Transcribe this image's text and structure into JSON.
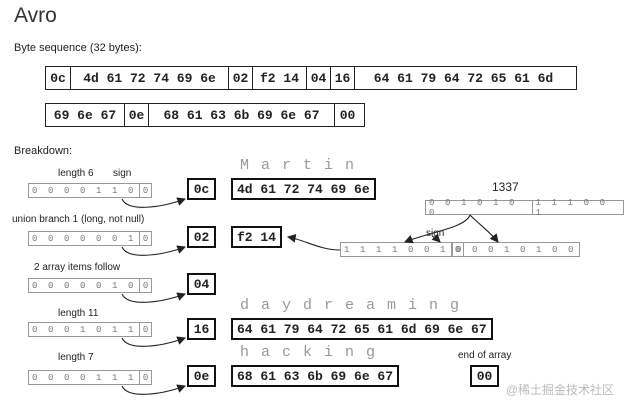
{
  "title": "Avro",
  "byte_sequence_label": "Byte sequence (32 bytes):",
  "byte_row_1": [
    "0c",
    "4d 61 72 74 69 6e",
    "02",
    "f2 14",
    "04",
    "16",
    "64 61 79 64 72 65 61 6d"
  ],
  "byte_row_2": [
    "69 6e 67",
    "0e",
    "68 61 63 6b 69 6e 67",
    "00"
  ],
  "breakdown_label": "Breakdown:",
  "rows": [
    {
      "label": "length 6",
      "sign_label": "sign",
      "bits": "0 0 0 0 1 1 0",
      "sign": "0",
      "encoded": "0c",
      "ghost": "Martin",
      "bytes": "4d 61 72 74 69 6e"
    },
    {
      "label": "union branch 1 (long, not null)",
      "bits": "0 0 0 0 0 0 1",
      "sign": "0",
      "encoded": "02",
      "bytes": "f2 14"
    },
    {
      "label": "2 array items follow",
      "bits": "0 0 0 0 0 1 0",
      "sign": "0",
      "encoded": "04"
    },
    {
      "label": "length 11",
      "bits": "0 0 0 1 0 1 1",
      "sign": "0",
      "encoded": "16",
      "ghost": "daydreaming",
      "bytes": "64 61 79 64 72 65 61 6d 69 6e 67"
    },
    {
      "label": "length 7",
      "bits": "0 0 0 0 1 1 1",
      "sign": "0",
      "encoded": "0e",
      "ghost": "hacking",
      "bytes": "68 61 63 6b 69 6e 67"
    }
  ],
  "number_1337": {
    "value": "1337",
    "bits_high": "0 0 1 0 1 0 0",
    "bits_low": "1 1 1 0 0 1",
    "sign_label": "sign",
    "enc_byte1": "1 1 1 1 0 0 1",
    "enc_byte1_sign": "0",
    "enc_byte2": "0 0 0 1 0 1 0 0"
  },
  "end_label": "end of array",
  "end_byte": "00",
  "watermark": "@稀土掘金技术社区"
}
